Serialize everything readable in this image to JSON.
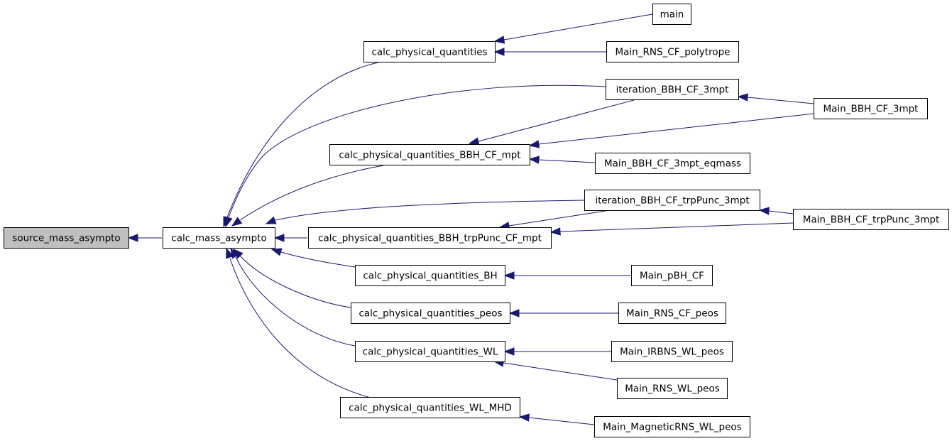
{
  "graph": {
    "nodes": [
      {
        "id": "source_mass_asympto",
        "label": "source_mass_asympto",
        "highlight": true
      },
      {
        "id": "calc_mass_asympto",
        "label": "calc_mass_asympto"
      },
      {
        "id": "calc_physical_quantities",
        "label": "calc_physical_quantities"
      },
      {
        "id": "calc_physical_quantities_BBH_CF_mpt",
        "label": "calc_physical_quantities_BBH_CF_mpt"
      },
      {
        "id": "calc_physical_quantities_BBH_trpPunc_CF_mpt",
        "label": "calc_physical_quantities_BBH_trpPunc_CF_mpt"
      },
      {
        "id": "calc_physical_quantities_BH",
        "label": "calc_physical_quantities_BH"
      },
      {
        "id": "calc_physical_quantities_peos",
        "label": "calc_physical_quantities_peos"
      },
      {
        "id": "calc_physical_quantities_WL",
        "label": "calc_physical_quantities_WL"
      },
      {
        "id": "calc_physical_quantities_WL_MHD",
        "label": "calc_physical_quantities_WL_MHD"
      },
      {
        "id": "iteration_BBH_CF_3mpt",
        "label": "iteration_BBH_CF_3mpt"
      },
      {
        "id": "iteration_BBH_CF_trpPunc_3mpt",
        "label": "iteration_BBH_CF_trpPunc_3mpt"
      },
      {
        "id": "main",
        "label": "main"
      },
      {
        "id": "Main_RNS_CF_polytrope",
        "label": "Main_RNS_CF_polytrope"
      },
      {
        "id": "Main_BBH_CF_3mpt",
        "label": "Main_BBH_CF_3mpt"
      },
      {
        "id": "Main_BBH_CF_3mpt_eqmass",
        "label": "Main_BBH_CF_3mpt_eqmass"
      },
      {
        "id": "Main_BBH_CF_trpPunc_3mpt",
        "label": "Main_BBH_CF_trpPunc_3mpt"
      },
      {
        "id": "Main_pBH_CF",
        "label": "Main_pBH_CF"
      },
      {
        "id": "Main_RNS_CF_peos",
        "label": "Main_RNS_CF_peos"
      },
      {
        "id": "Main_IRBNS_WL_peos",
        "label": "Main_IRBNS_WL_peos"
      },
      {
        "id": "Main_RNS_WL_peos",
        "label": "Main_RNS_WL_peos"
      },
      {
        "id": "Main_MagneticRNS_WL_peos",
        "label": "Main_MagneticRNS_WL_peos"
      }
    ],
    "edges": [
      {
        "from": "calc_mass_asympto",
        "to": "source_mass_asympto"
      },
      {
        "from": "calc_physical_quantities",
        "to": "calc_mass_asympto"
      },
      {
        "from": "iteration_BBH_CF_3mpt",
        "to": "calc_mass_asympto"
      },
      {
        "from": "calc_physical_quantities_BBH_CF_mpt",
        "to": "calc_mass_asympto"
      },
      {
        "from": "iteration_BBH_CF_trpPunc_3mpt",
        "to": "calc_mass_asympto"
      },
      {
        "from": "calc_physical_quantities_BBH_trpPunc_CF_mpt",
        "to": "calc_mass_asympto"
      },
      {
        "from": "calc_physical_quantities_BH",
        "to": "calc_mass_asympto"
      },
      {
        "from": "calc_physical_quantities_peos",
        "to": "calc_mass_asympto"
      },
      {
        "from": "calc_physical_quantities_WL",
        "to": "calc_mass_asympto"
      },
      {
        "from": "calc_physical_quantities_WL_MHD",
        "to": "calc_mass_asympto"
      },
      {
        "from": "main",
        "to": "calc_physical_quantities"
      },
      {
        "from": "Main_RNS_CF_polytrope",
        "to": "calc_physical_quantities"
      },
      {
        "from": "Main_BBH_CF_3mpt",
        "to": "iteration_BBH_CF_3mpt"
      },
      {
        "from": "iteration_BBH_CF_3mpt",
        "to": "calc_physical_quantities_BBH_CF_mpt"
      },
      {
        "from": "Main_BBH_CF_3mpt",
        "to": "calc_physical_quantities_BBH_CF_mpt"
      },
      {
        "from": "Main_BBH_CF_3mpt_eqmass",
        "to": "calc_physical_quantities_BBH_CF_mpt"
      },
      {
        "from": "Main_BBH_CF_trpPunc_3mpt",
        "to": "iteration_BBH_CF_trpPunc_3mpt"
      },
      {
        "from": "iteration_BBH_CF_trpPunc_3mpt",
        "to": "calc_physical_quantities_BBH_trpPunc_CF_mpt"
      },
      {
        "from": "Main_BBH_CF_trpPunc_3mpt",
        "to": "calc_physical_quantities_BBH_trpPunc_CF_mpt"
      },
      {
        "from": "Main_pBH_CF",
        "to": "calc_physical_quantities_BH"
      },
      {
        "from": "Main_RNS_CF_peos",
        "to": "calc_physical_quantities_peos"
      },
      {
        "from": "Main_IRBNS_WL_peos",
        "to": "calc_physical_quantities_WL"
      },
      {
        "from": "Main_RNS_WL_peos",
        "to": "calc_physical_quantities_WL"
      },
      {
        "from": "Main_MagneticRNS_WL_peos",
        "to": "calc_physical_quantities_WL_MHD"
      }
    ]
  },
  "colors": {
    "edge": "#191970",
    "highlight_fill": "#bfbfbf",
    "node_fill": "#ffffff",
    "node_stroke": "#000000"
  }
}
